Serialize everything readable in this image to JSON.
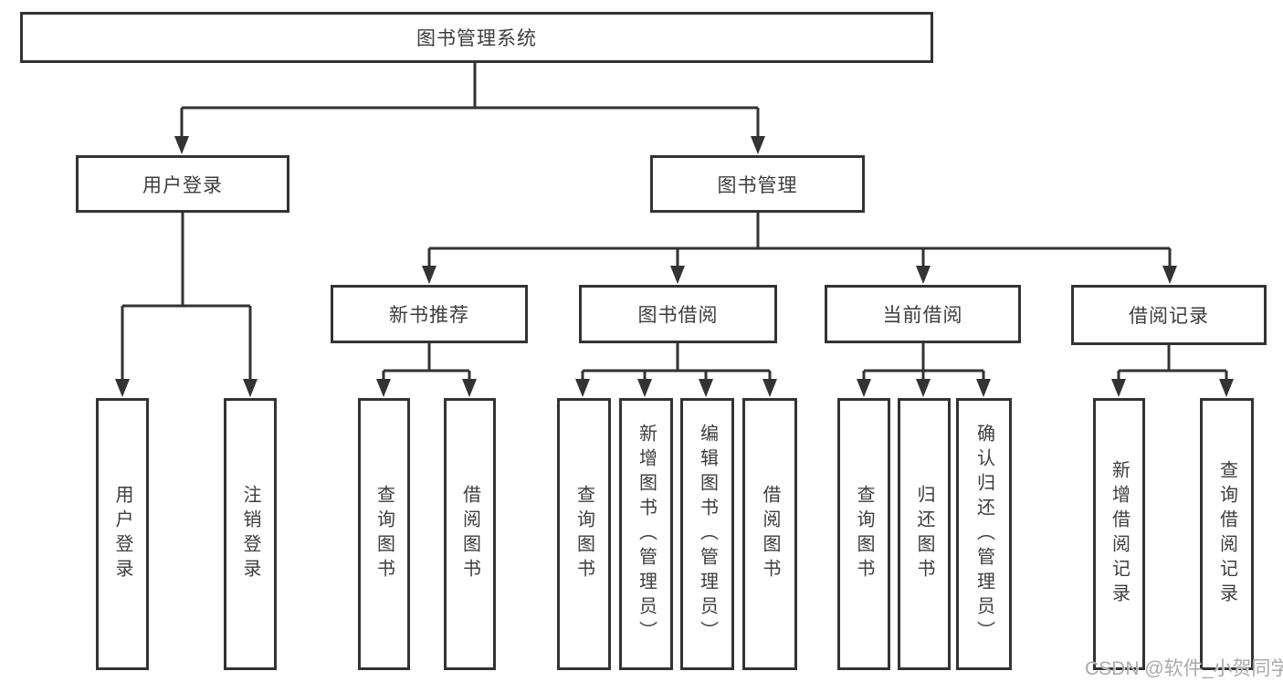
{
  "tree": {
    "label": "图书管理系统",
    "children": [
      {
        "label": "用户登录",
        "children": [
          {
            "label": "用户登录"
          },
          {
            "label": "注销登录"
          }
        ]
      },
      {
        "label": "图书管理",
        "children": [
          {
            "label": "新书推荐",
            "children": [
              {
                "label": "查询图书"
              },
              {
                "label": "借阅图书"
              }
            ]
          },
          {
            "label": "图书借阅",
            "children": [
              {
                "label": "查询图书"
              },
              {
                "label": "新增图书（管理员）"
              },
              {
                "label": "编辑图书（管理员）"
              },
              {
                "label": "借阅图书"
              }
            ]
          },
          {
            "label": "当前借阅",
            "children": [
              {
                "label": "查询图书"
              },
              {
                "label": "归还图书"
              },
              {
                "label": "确认归还（管理员）"
              }
            ]
          },
          {
            "label": "借阅记录",
            "children": [
              {
                "label": "新增借阅记录"
              },
              {
                "label": "查询借阅记录"
              }
            ]
          }
        ]
      }
    ]
  },
  "watermark": {
    "text": "CSDN @软件_小贺同学"
  },
  "colors": {
    "background": "#ffffff",
    "line": "#333333",
    "box_border": "#333333",
    "box_fill": "#ffffff",
    "text": "#3d3d3d",
    "watermark": "#aaaaaa"
  }
}
